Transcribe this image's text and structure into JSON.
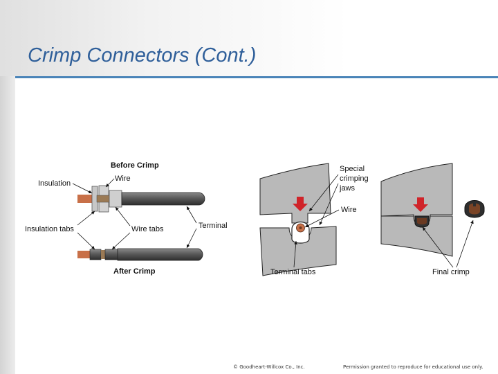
{
  "slide": {
    "title": "Crimp Connectors (Cont.)"
  },
  "left_figure": {
    "before_label": "Before Crimp",
    "after_label": "After Crimp",
    "insulation": "Insulation",
    "wire": "Wire",
    "insulation_tabs": "Insulation tabs",
    "wire_tabs": "Wire tabs",
    "terminal": "Terminal"
  },
  "right_figure": {
    "special_line1": "Special",
    "special_line2": "crimping",
    "special_line3": "jaws",
    "wire": "Wire",
    "terminal_tabs": "Terminal tabs",
    "final_crimp": "Final crimp"
  },
  "colors": {
    "title": "#2f5f9a",
    "rule": "#4a84b8",
    "jaw_gray": "#b9b9b9",
    "arrow_red": "#d0242a",
    "wire_copper": "#c87048",
    "crimp_brown": "#6b3a22"
  },
  "footer": {
    "copyright": "© Goodheart-Willcox Co., Inc.",
    "permission": "Permission granted to reproduce for educational use only."
  }
}
